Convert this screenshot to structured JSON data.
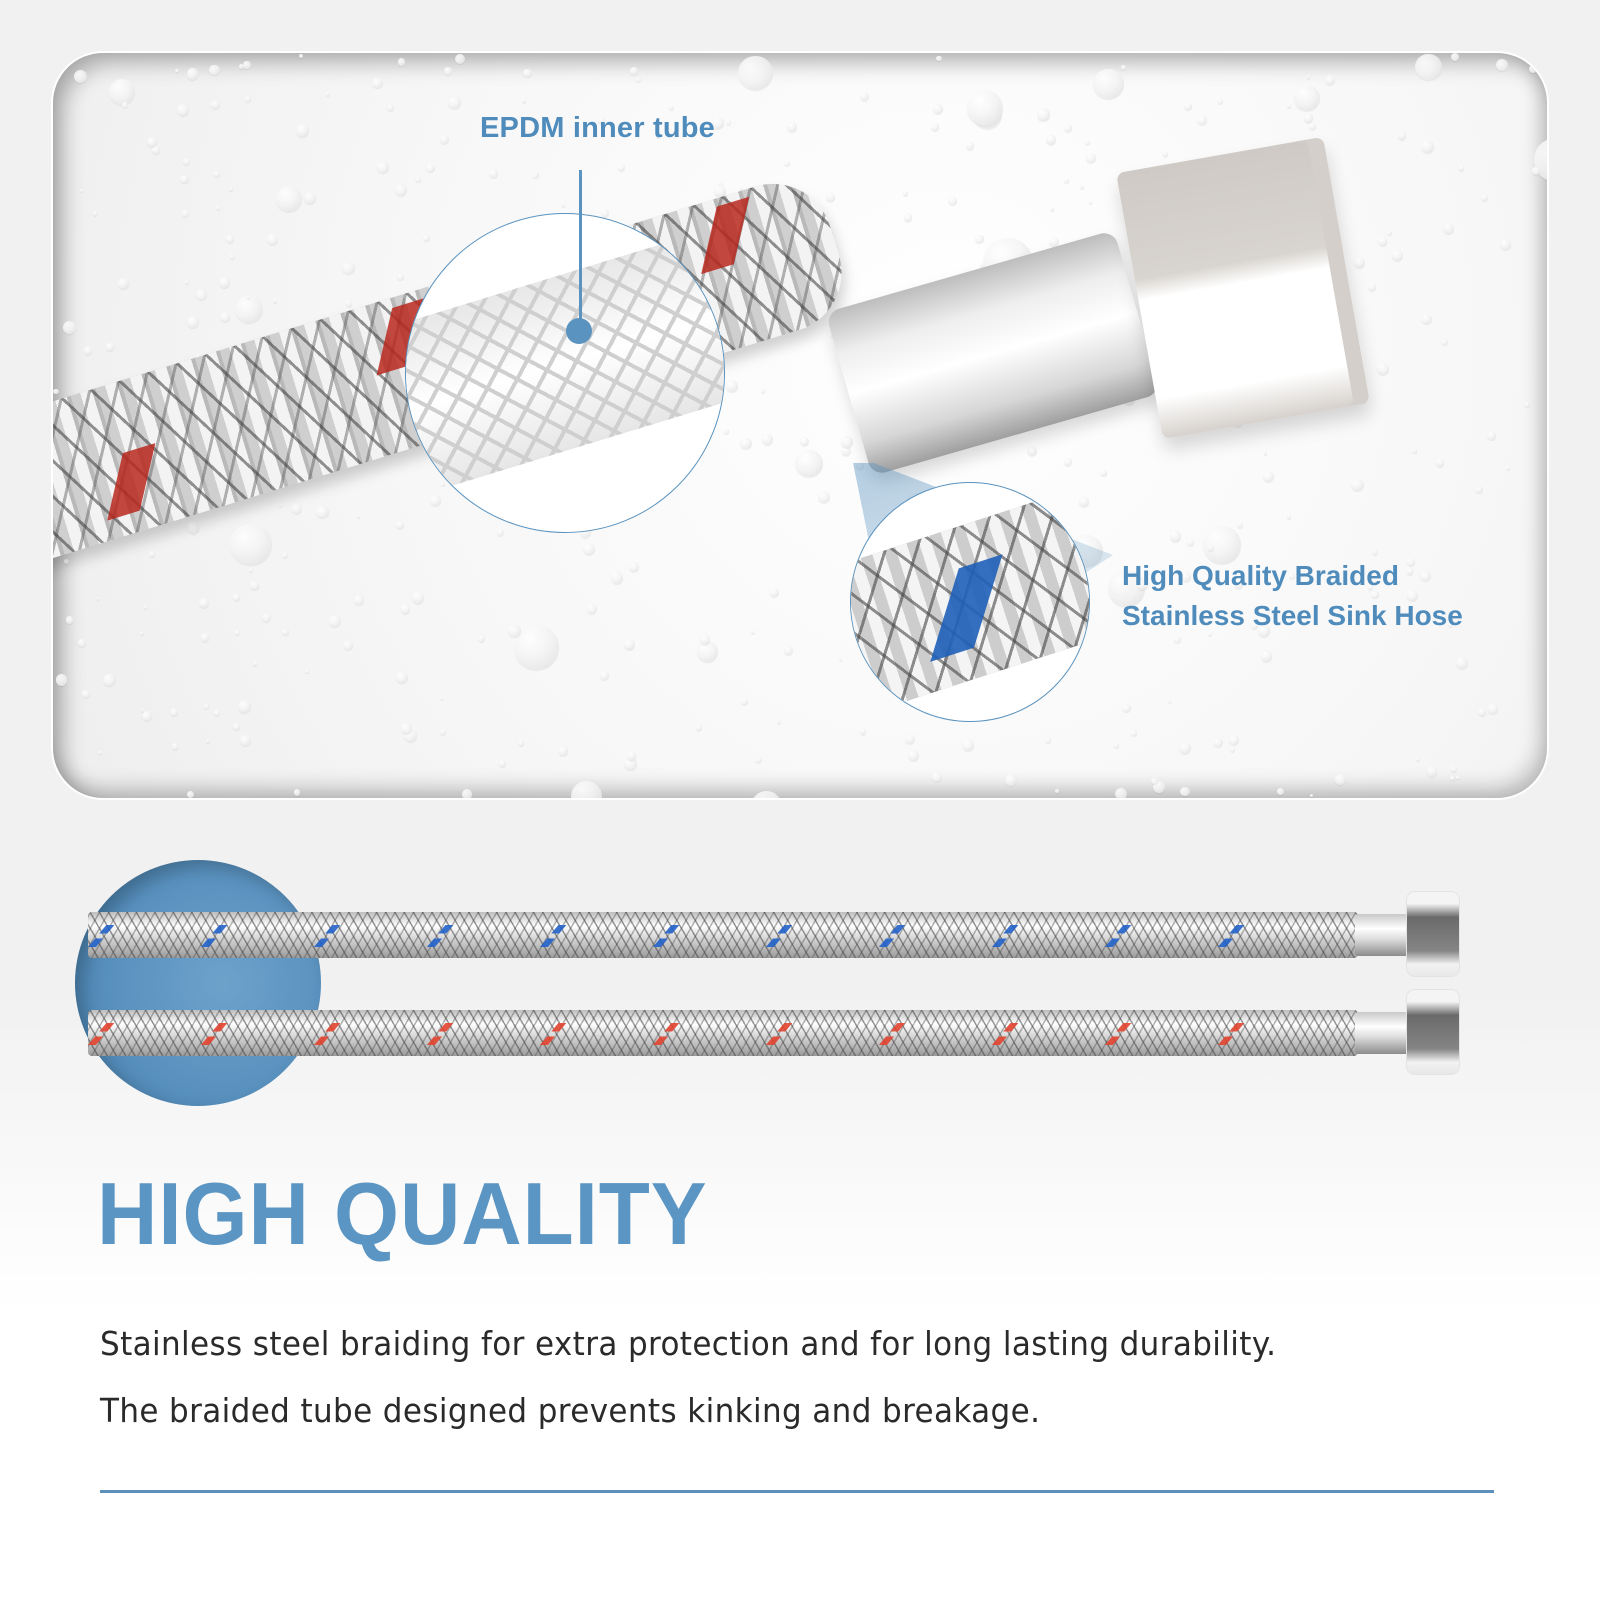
{
  "top_panel": {
    "callouts": [
      {
        "id": "epdm",
        "label": "EPDM inner tube"
      },
      {
        "id": "braided",
        "label_line1": "High Quality Braided",
        "label_line2": "Stainless Steel Sink Hose"
      }
    ]
  },
  "hoses": {
    "items": [
      {
        "name": "cold-water-hose",
        "marker_color": "#2262c9"
      },
      {
        "name": "hot-water-hose",
        "marker_color": "#e2442f"
      }
    ],
    "disc_color": "#5890bd"
  },
  "section": {
    "headline": "HIGH QUALITY",
    "description": [
      "Stainless steel braiding for extra protection and for long lasting durability.",
      "The braided tube designed prevents kinking and breakage."
    ]
  },
  "colors": {
    "accent": "#5a95c3",
    "label": "#4f8cbc",
    "divider": "#5d8fbb",
    "text": "#2a2a2a",
    "red_braid": "#b9281f",
    "blue_braid": "#1f5fb8"
  }
}
